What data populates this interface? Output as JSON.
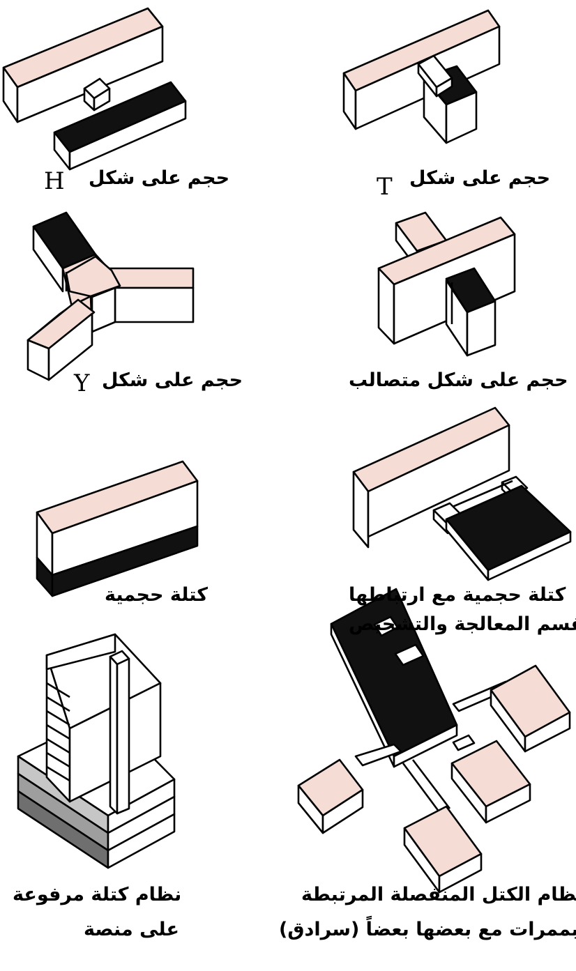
{
  "colors": {
    "pink": "#f5ddd6",
    "black": "#111111",
    "white": "#ffffff",
    "grayDark": "#6f6f6f",
    "grayMid": "#9e9e9e",
    "grayLight": "#c6c6c6"
  },
  "captions": {
    "h_shape": "حجم على شكل",
    "h_letter": "H",
    "t_shape": "حجم على شكل",
    "t_letter": "T",
    "y_shape": "حجم على شكل",
    "y_letter": "Y",
    "cross_shape": "حجم على شكل متصالب",
    "block": "كتلة حجمية",
    "block_diag_line1": "كتلة حجمية مع ارتباطها",
    "block_diag_line2": "بقسم المعالجة والتشحيص",
    "podium_line1": "نظام كتلة مرفوعة",
    "podium_line2": "على منصة",
    "pavilion_line1": "نظام الكتل المنفصلة المرتبطة",
    "pavilion_line2": "بممرات مع بعضها بعضاً (سرادق)"
  }
}
